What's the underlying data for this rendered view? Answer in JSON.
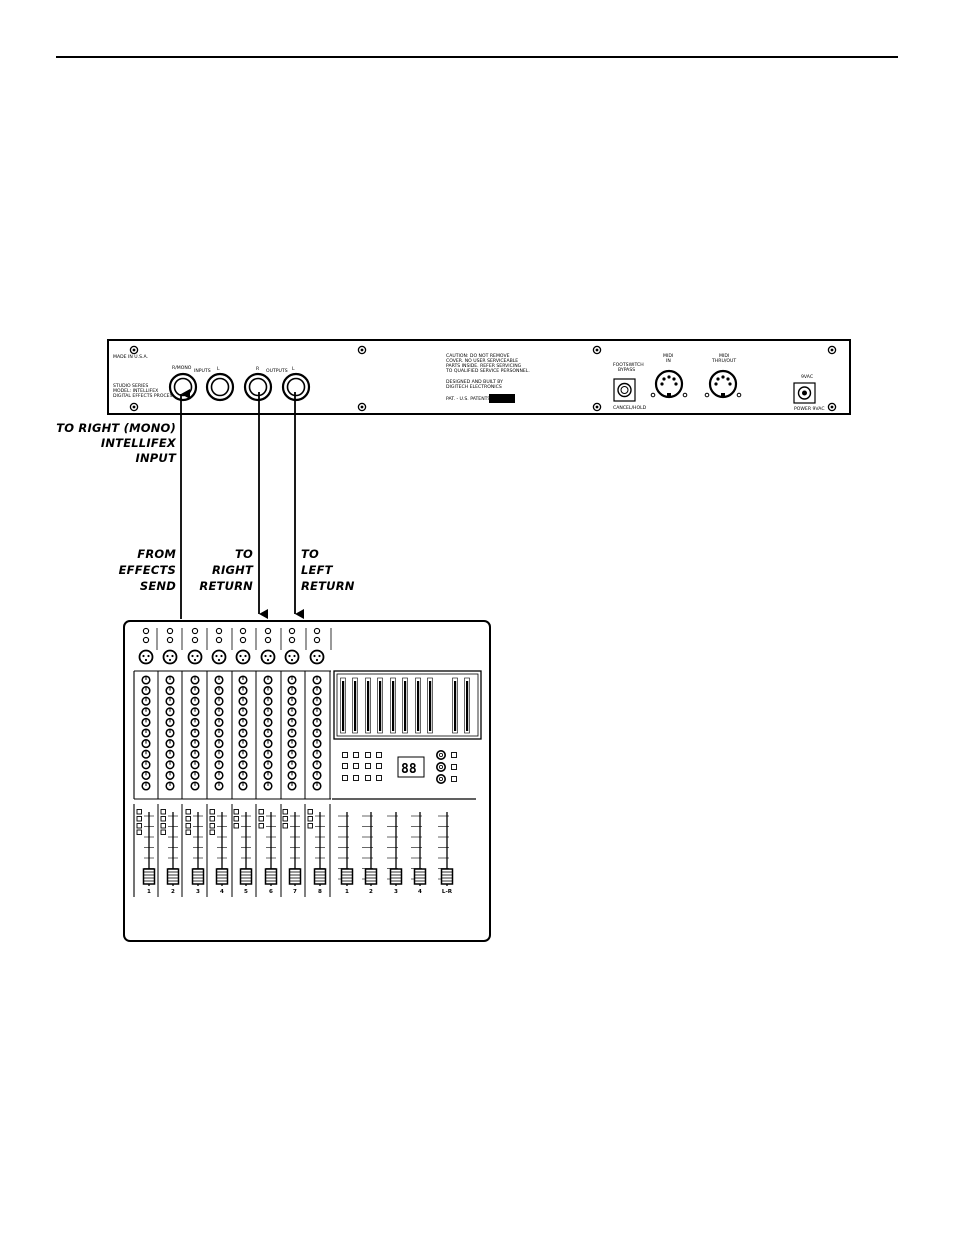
{
  "annotations": {
    "to_right_input": [
      "TO RIGHT (MONO)",
      "INTELLIFEX",
      "INPUT"
    ],
    "from_effects_send": [
      "FROM",
      "EFFECTS",
      "SEND"
    ],
    "to_right_return": [
      "TO",
      "RIGHT",
      "RETURN"
    ],
    "to_left_return": [
      "TO",
      "LEFT",
      "RETURN"
    ]
  },
  "rear_panel": {
    "made_in": "MADE IN U.S.A.",
    "studio_series": [
      "STUDIO SERIES",
      "MODEL: INTELLIFEX",
      "DIGITAL EFFECTS PROCESSOR"
    ],
    "jack_labels": {
      "mono": "R/MONO",
      "inputs": "INPUTS",
      "l": "L",
      "r": "R",
      "outputs": "OUTPUTS"
    },
    "caution": [
      "CAUTION: DO NOT REMOVE",
      "COVER. NO USER SERVICEABLE",
      "PARTS INSIDE. REFER SERVICING",
      "TO QUALIFIED SERVICE PERSONNEL."
    ],
    "design_line": [
      "DESIGNED AND BUILT BY",
      "DIGITECH ELECTRONICS"
    ],
    "patent": "PAT. - U.S. PATENTS",
    "footswitch": [
      "FOOTSWITCH",
      "BYPASS"
    ],
    "footswitch_bottom": "CANCEL/HOLD",
    "midi_in": [
      "MIDI",
      "IN"
    ],
    "midi_thru": [
      "MIDI",
      "THRU/OUT"
    ],
    "power_top": "9VAC",
    "power_bottom": "POWER 9VAC"
  },
  "mixer": {
    "display": "88",
    "channel_numbers": [
      "1",
      "2",
      "3",
      "4",
      "5",
      "6",
      "7",
      "8"
    ],
    "master_labels": [
      "1",
      "2",
      "3",
      "4",
      "L-R"
    ]
  },
  "colors": {
    "ink": "#000000",
    "paper": "#ffffff"
  }
}
